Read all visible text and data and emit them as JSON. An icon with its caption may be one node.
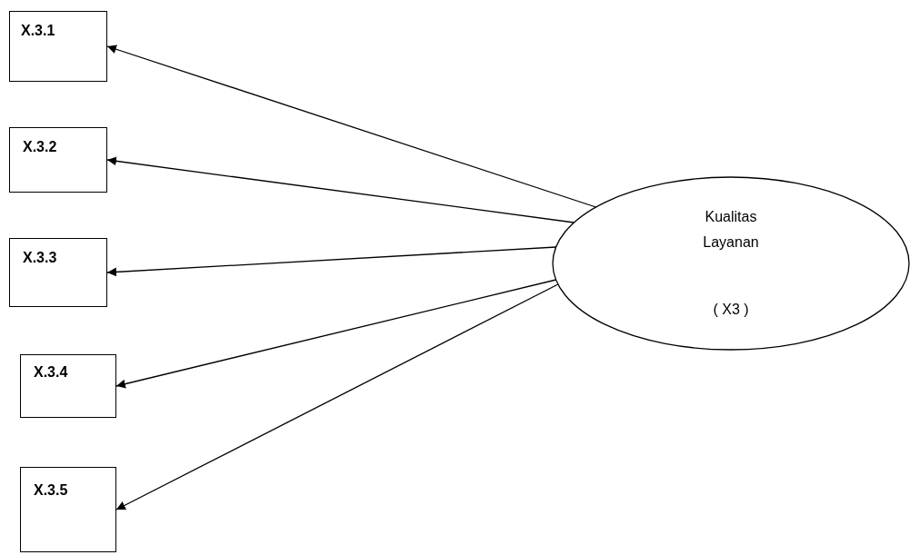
{
  "diagram": {
    "nodes": [
      {
        "text": [
          "X.3.1"
        ]
      },
      {
        "text": [
          "X.3.2"
        ]
      },
      {
        "text": [
          "X.3.3"
        ]
      },
      {
        "text": [
          "X.3.4"
        ]
      },
      {
        "text": [
          "X.3.5"
        ]
      },
      {
        "text": [
          "Kualitas Layanan",
          "( X3 )"
        ]
      }
    ],
    "edges": [
      {
        "from": 5,
        "to": 0,
        "arrow": "to"
      },
      {
        "from": 5,
        "to": 1,
        "arrow": "to"
      },
      {
        "from": 5,
        "to": 2,
        "arrow": "to"
      },
      {
        "from": 5,
        "to": 3,
        "arrow": "to"
      },
      {
        "from": 5,
        "to": 4,
        "arrow": "to"
      }
    ]
  }
}
